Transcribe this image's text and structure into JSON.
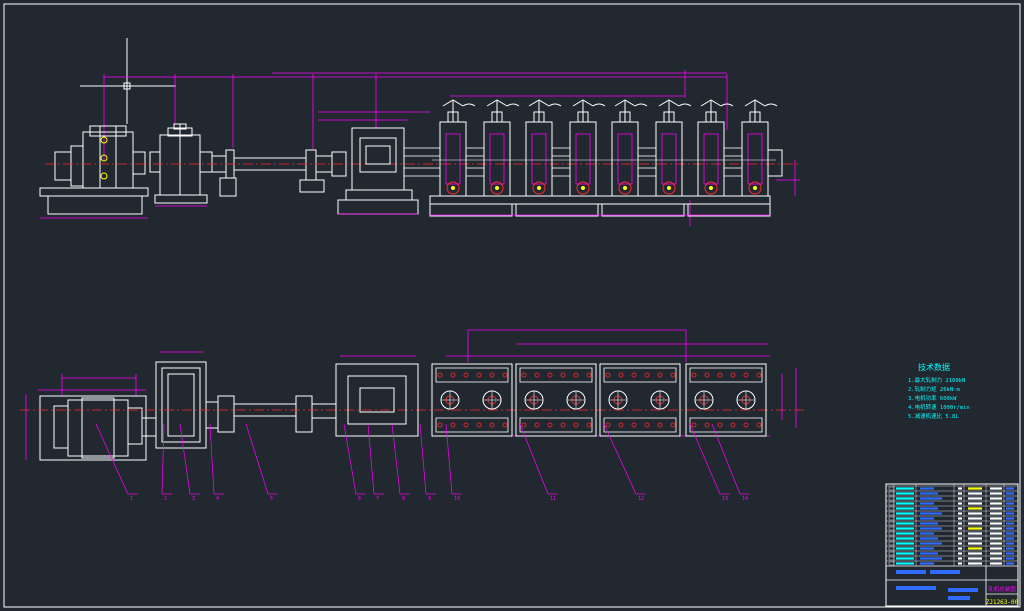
{
  "colors": {
    "background": "#212830",
    "frame": "#ffffff",
    "machine": "#ffffff",
    "dimension": "#ff00ff",
    "centerline": "#ff2a2a",
    "accent": "#00ffff",
    "yellow": "#ffff00",
    "blue": "#3a5cff",
    "title_fill": "#2f6bff"
  },
  "tech_data": {
    "title": "技术数据",
    "lines": [
      "1.最大轧制力  2100kN",
      "2.轧制力矩   26kN·m",
      "3.电机功率   600kW",
      "4.电机转速   1000r/min",
      "5.减速机速比  5.8L"
    ]
  },
  "callouts": [
    "1",
    "2",
    "3",
    "4",
    "5",
    "6",
    "7",
    "8",
    "9",
    "10",
    "11",
    "12",
    "13",
    "14"
  ],
  "title_block": {
    "drawing_title": "轧机总装图",
    "drawing_number": "ZJ1263-00"
  }
}
